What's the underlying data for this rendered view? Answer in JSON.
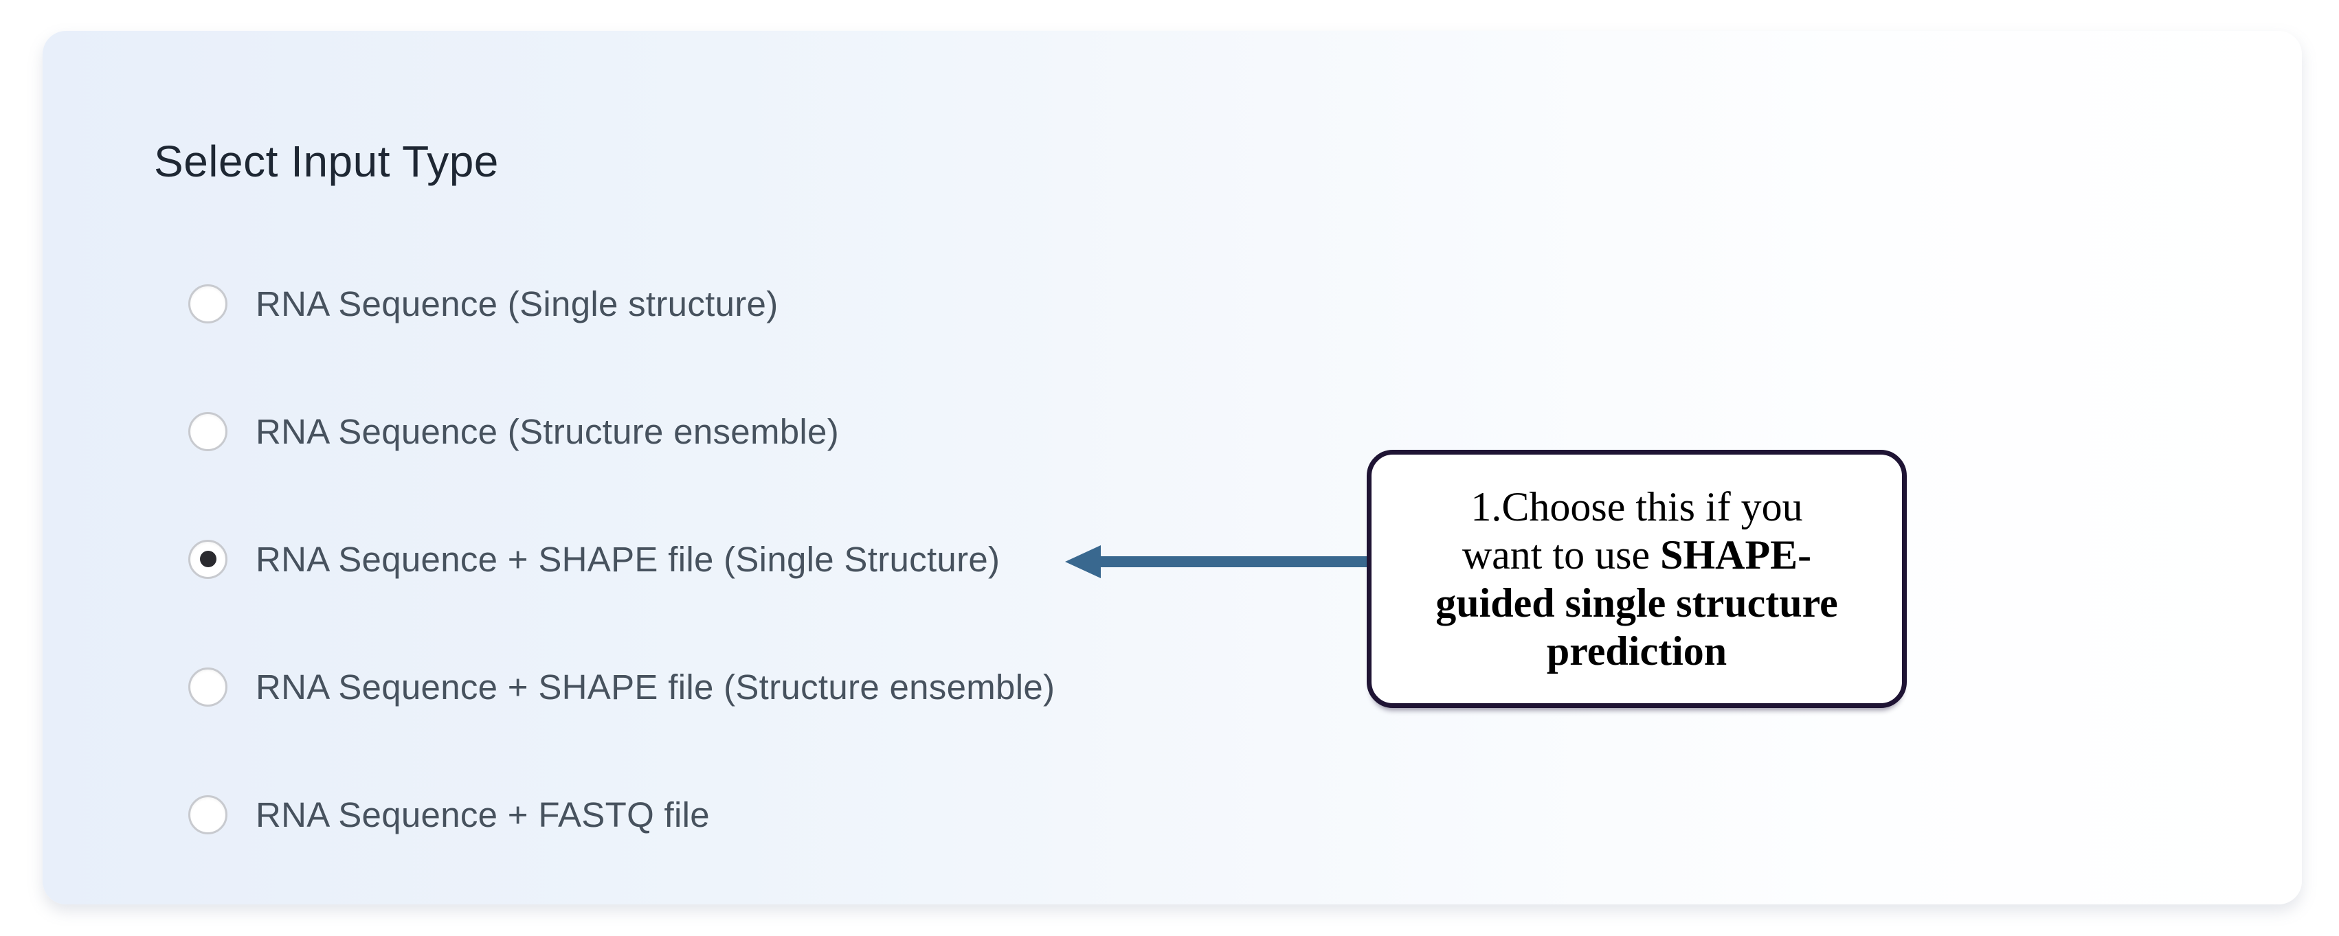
{
  "panel": {
    "title": "Select Input Type"
  },
  "options": [
    {
      "label": "RNA Sequence (Single structure)",
      "selected": false
    },
    {
      "label": "RNA Sequence (Structure ensemble)",
      "selected": false
    },
    {
      "label": "RNA Sequence + SHAPE file (Single Structure)",
      "selected": true
    },
    {
      "label": "RNA Sequence + SHAPE file (Structure ensemble)",
      "selected": false
    },
    {
      "label": "RNA Sequence + FASTQ file",
      "selected": false
    }
  ],
  "selected_index": 2,
  "annotation": {
    "full_text": "1.Choose this if you want to use SHAPE-guided single structure prediction",
    "lines": [
      {
        "regular": "1.Choose this if you",
        "bold": ""
      },
      {
        "regular": "want to use ",
        "bold": "SHAPE-"
      },
      {
        "regular": "",
        "bold": "guided single structure"
      },
      {
        "regular": "",
        "bold": "prediction"
      }
    ],
    "arrow_icon": "left-arrow-icon"
  },
  "colors": {
    "page_background": "#ffffff",
    "panel_gradient_start": "#e8effa",
    "panel_gradient_end": "#ffffff",
    "title_text": "#1e2733",
    "option_text": "#47525e",
    "radio_border": "#c8cacf",
    "radio_dot": "#2a2a2f",
    "annotation_border": "#1f1434",
    "annotation_background": "#ffffff",
    "annotation_text": "#000000",
    "arrow": "#39688f"
  }
}
